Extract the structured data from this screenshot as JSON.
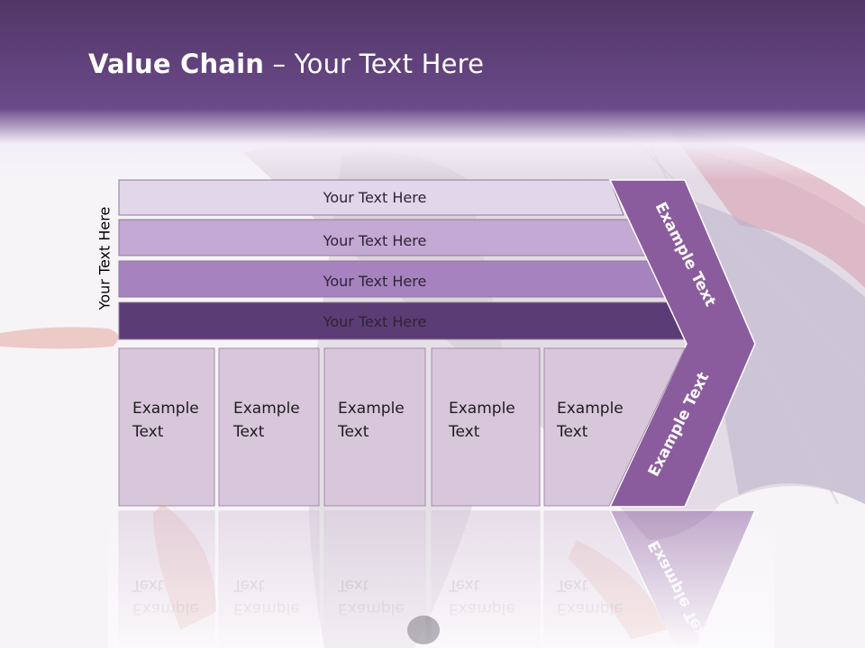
{
  "slide": {
    "title_bold": "Value Chain",
    "title_rest": " – Your Text Here",
    "vertical_label": "Your Text Here"
  },
  "bands": [
    {
      "label": "Your Text Here",
      "fill": "#e2d6ea"
    },
    {
      "label": "Your Text Here",
      "fill": "#c3a9d4"
    },
    {
      "label": "Your Text Here",
      "fill": "#a682bf"
    },
    {
      "label": "Your Text Here",
      "fill": "#5c3c74"
    }
  ],
  "cards": [
    {
      "line1": "Example",
      "line2": "Text"
    },
    {
      "line1": "Example",
      "line2": "Text"
    },
    {
      "line1": "Example",
      "line2": "Text"
    },
    {
      "line1": "Example",
      "line2": "Text"
    },
    {
      "line1": "Example",
      "line2": "Text"
    }
  ],
  "chevron": {
    "upper_label": "Example Text",
    "lower_label": "Example Text",
    "fill": "#8a5c9e"
  },
  "colors": {
    "title_band": "#6b4a8a",
    "card_fill": "#d8c6db",
    "band_text": "#2e2436"
  }
}
